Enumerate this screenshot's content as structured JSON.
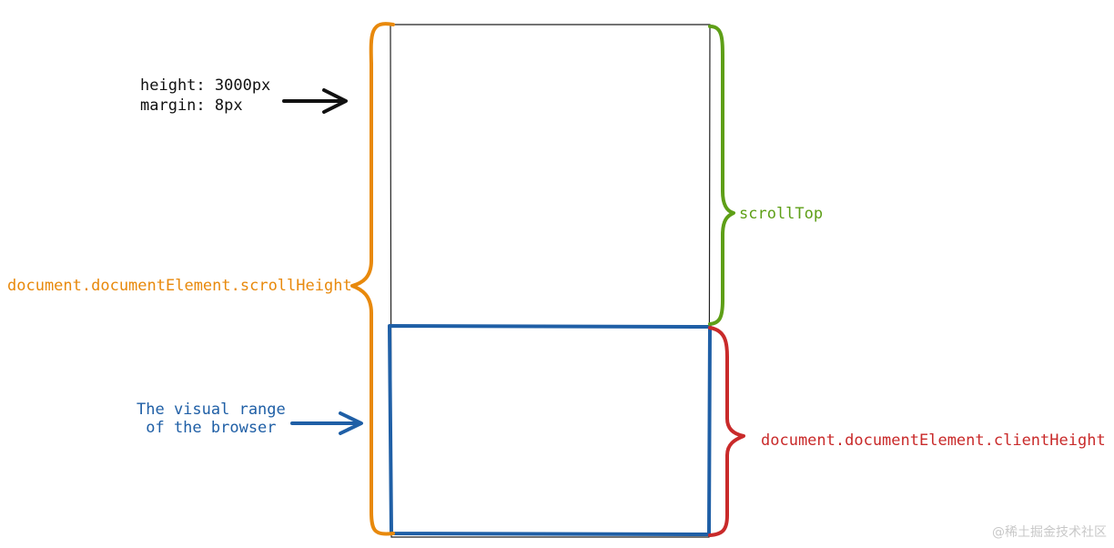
{
  "colors": {
    "text_black": "#111111",
    "orange": "#e8890c",
    "green": "#5e9f17",
    "blue": "#1f5fa6",
    "red": "#c92a2a",
    "outline": "#222222",
    "watermark": "#c8c8c8"
  },
  "annotations": {
    "page_style_line1": "height: 3000px",
    "page_style_line2": "margin: 8px",
    "scroll_height": "document.documentElement.scrollHeight",
    "scroll_top": "scrollTop",
    "visual_range_line1": "The visual range",
    "visual_range_line2": "of the browser",
    "client_height": "document.documentElement.clientHeight"
  },
  "watermark": "@稀土掘金技术社区"
}
